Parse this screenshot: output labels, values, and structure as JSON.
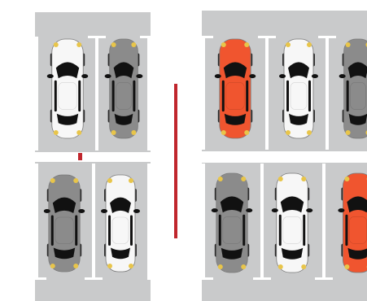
{
  "scene": {
    "accent_color": "#c0262d",
    "asphalt_color": "#c9cacb",
    "line_color": "#ffffff",
    "car_colors": {
      "white": "#f7f7f7",
      "gray": "#8b8b8b",
      "orange": "#f0552f",
      "glass": "#111111",
      "tire": "#2a2a2a",
      "light": "#e8c54a"
    },
    "left_panel": {
      "top_row": [
        "white",
        "gray"
      ],
      "bottom_row": [
        "gray",
        "white"
      ]
    },
    "right_panel": {
      "top_row": [
        "orange",
        "white",
        "gray"
      ],
      "bottom_row": [
        "gray",
        "white",
        "orange"
      ]
    }
  }
}
